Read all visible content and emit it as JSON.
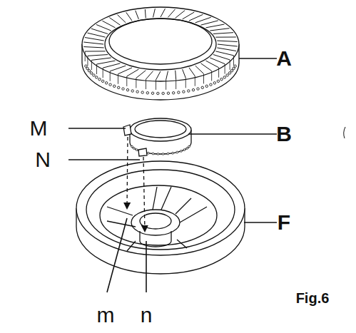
{
  "diagram": {
    "labels": [
      "A",
      "B",
      "F",
      "M",
      "N",
      "m",
      "n",
      "Fig.6"
    ]
  }
}
